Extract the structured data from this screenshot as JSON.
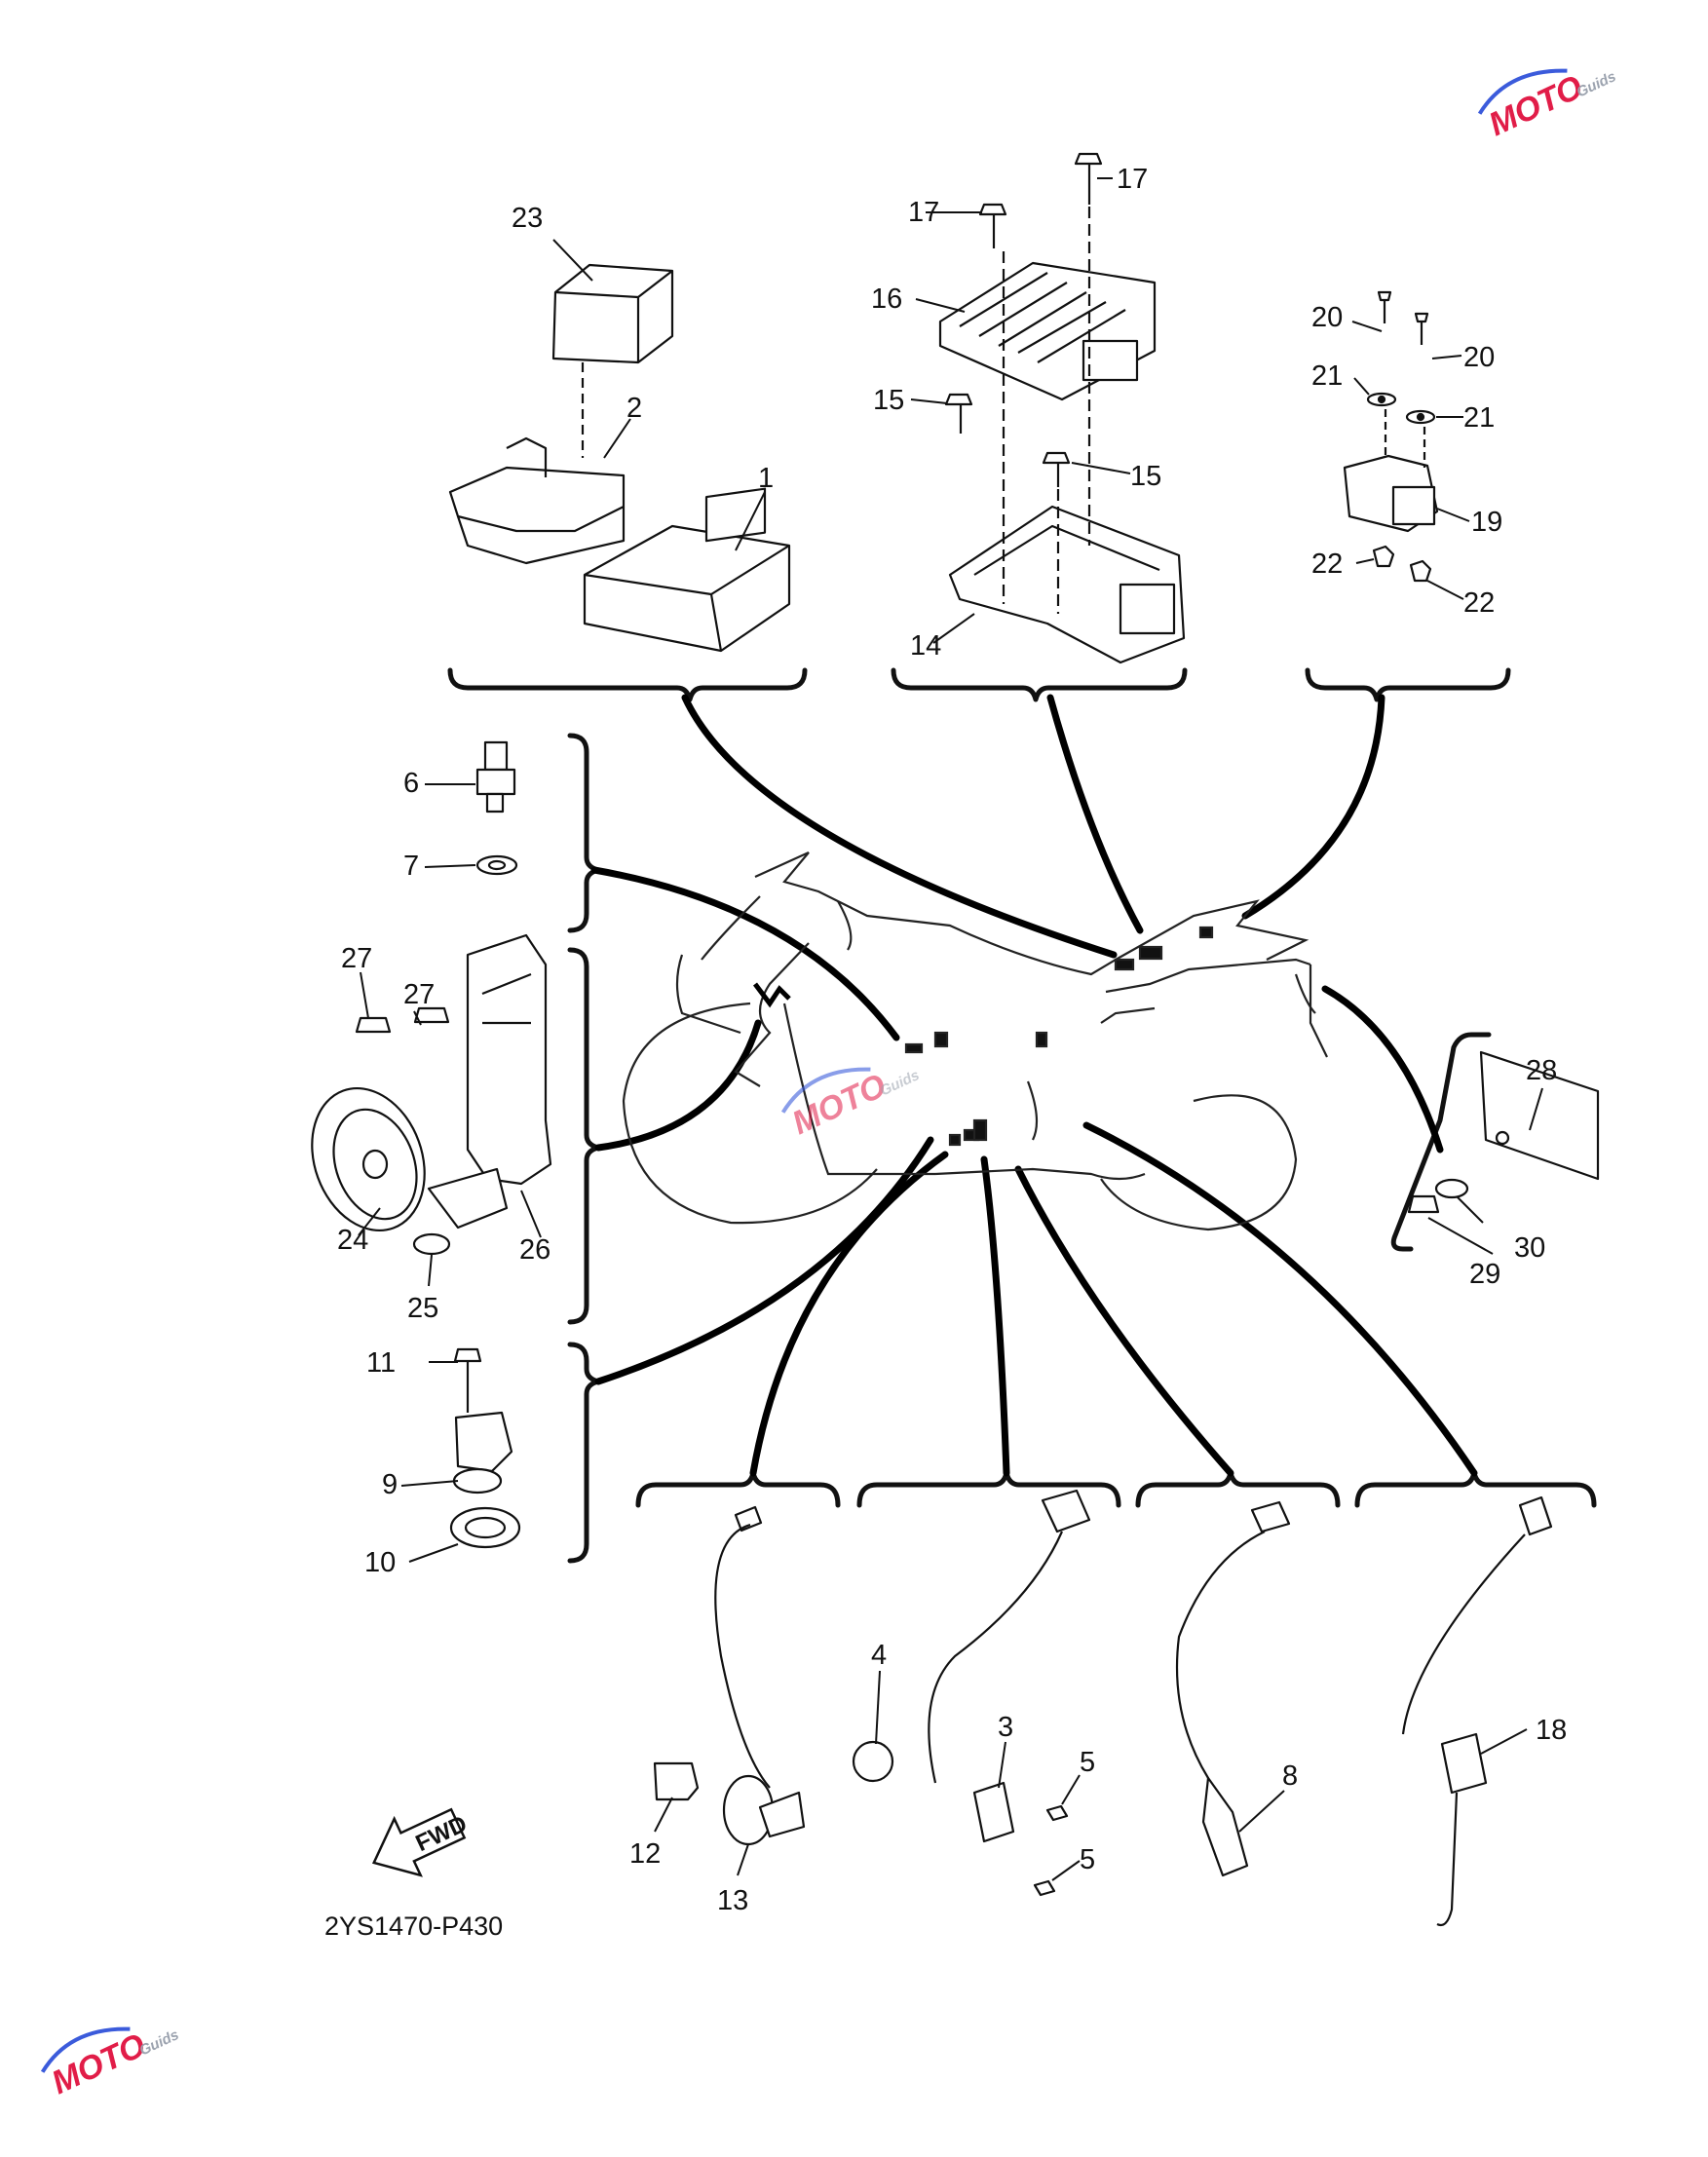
{
  "diagram": {
    "code": "2YS1470-P430",
    "fwd_label": "FWD",
    "callouts": [
      "1",
      "2",
      "3",
      "4",
      "5",
      "5",
      "6",
      "7",
      "8",
      "9",
      "10",
      "11",
      "12",
      "13",
      "14",
      "15",
      "15",
      "16",
      "17",
      "17",
      "18",
      "19",
      "20",
      "20",
      "21",
      "21",
      "22",
      "22",
      "23",
      "24",
      "25",
      "26",
      "27",
      "27",
      "28",
      "29",
      "30"
    ]
  },
  "watermark": {
    "text": "MOTO",
    "subtext": "Guids",
    "color_red": "#e11d48",
    "color_blue": "#3b5bdb",
    "color_gray": "#9ca3af"
  },
  "icons": [
    "fwd-arrow-icon",
    "watermark-logo-icon"
  ]
}
